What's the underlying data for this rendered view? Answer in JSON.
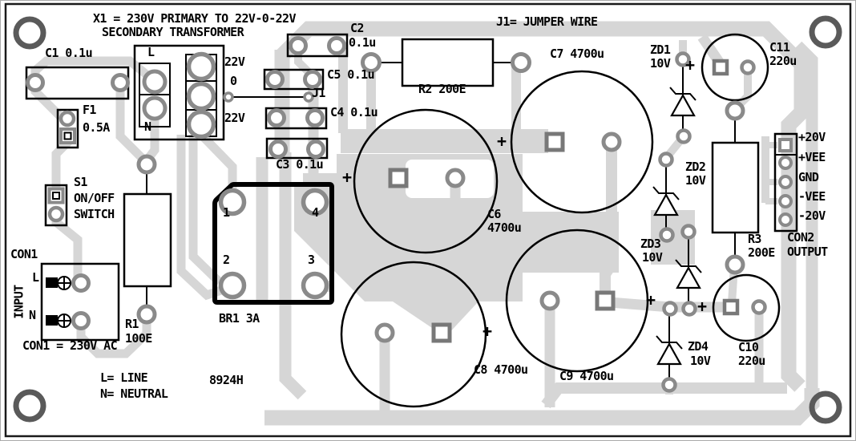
{
  "board": {
    "code": "8924H",
    "notes": {
      "transformer_line1": "X1 = 230V PRIMARY TO 22V-0-22V",
      "transformer_line2": "SECONDARY TRANSFORMER",
      "jumper": "J1= JUMPER WIRE",
      "con1_voltage": "CON1 = 230V AC",
      "line": "L= LINE",
      "neutral": "N= NEUTRAL"
    },
    "colors": {
      "trace": "#d6d6d6",
      "pad": "#8a8a8a",
      "silkscreen": "#000000",
      "mount_hole": "#5a5a5a",
      "background": "#ffffff"
    }
  },
  "components": {
    "c1": {
      "label": "C1 0.1u"
    },
    "f1": {
      "ref": "F1",
      "value": "0.5A"
    },
    "x1_connector": {
      "line": "L",
      "neutral": "N",
      "sec_a": "22V",
      "sec_center": "0",
      "sec_b": "22V"
    },
    "j1": {
      "ref": "J1"
    },
    "c2": {
      "ref": "C2",
      "value": "0.1u"
    },
    "c5": {
      "label": "C5 0.1u"
    },
    "c4": {
      "label": "C4 0.1u"
    },
    "c3": {
      "label": "C3 0.1u"
    },
    "r2": {
      "label": "R2 200E"
    },
    "c7": {
      "label": "C7 4700u"
    },
    "c6": {
      "ref": "C6",
      "value": "4700u"
    },
    "c8": {
      "label": "C8 4700u"
    },
    "c9": {
      "label": "C9 4700u"
    },
    "zd1": {
      "ref": "ZD1",
      "value": "10V"
    },
    "zd2": {
      "ref": "ZD2",
      "value": "10V"
    },
    "zd3": {
      "ref": "ZD3",
      "value": "10V"
    },
    "zd4": {
      "ref": "ZD4",
      "value": "10V"
    },
    "c11": {
      "ref": "C11",
      "value": "220u"
    },
    "c10": {
      "ref": "C10",
      "value": "220u"
    },
    "r3": {
      "ref": "R3",
      "value": "200E"
    },
    "r1": {
      "ref": "R1",
      "value": "100E"
    },
    "s1": {
      "ref": "S1",
      "desc1": "ON/OFF",
      "desc2": "SWITCH"
    },
    "br1": {
      "label": "BR1 3A",
      "pin1": "1",
      "pin2": "2",
      "pin3": "3",
      "pin4": "4"
    },
    "con1": {
      "ref": "CON1",
      "role": "INPUT",
      "line": "L",
      "neutral": "N"
    },
    "con2": {
      "ref": "CON2",
      "role": "OUTPUT",
      "pins": [
        "+20V",
        "+VEE",
        "GND",
        "-VEE",
        "-20V"
      ]
    }
  },
  "symbols": {
    "plus": "+"
  }
}
